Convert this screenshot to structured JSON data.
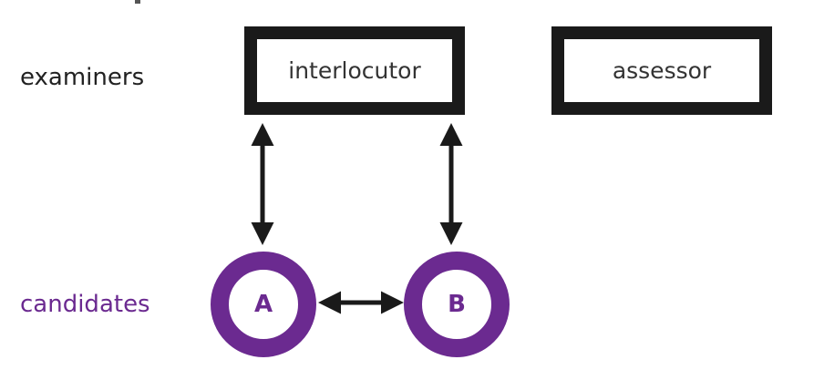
{
  "colors": {
    "accent": "#6b2a90",
    "stroke": "#1a1a1a"
  },
  "labels": {
    "examiners": "examiners",
    "candidates": "candidates"
  },
  "boxes": {
    "interlocutor": "interlocutor",
    "assessor": "assessor"
  },
  "candidates": {
    "a": "A",
    "b": "B"
  },
  "connections": [
    {
      "from": "interlocutor",
      "to": "A",
      "type": "two-way arrow"
    },
    {
      "from": "interlocutor",
      "to": "B",
      "type": "two-way arrow"
    },
    {
      "from": "A",
      "to": "B",
      "type": "two-way arrow"
    }
  ]
}
